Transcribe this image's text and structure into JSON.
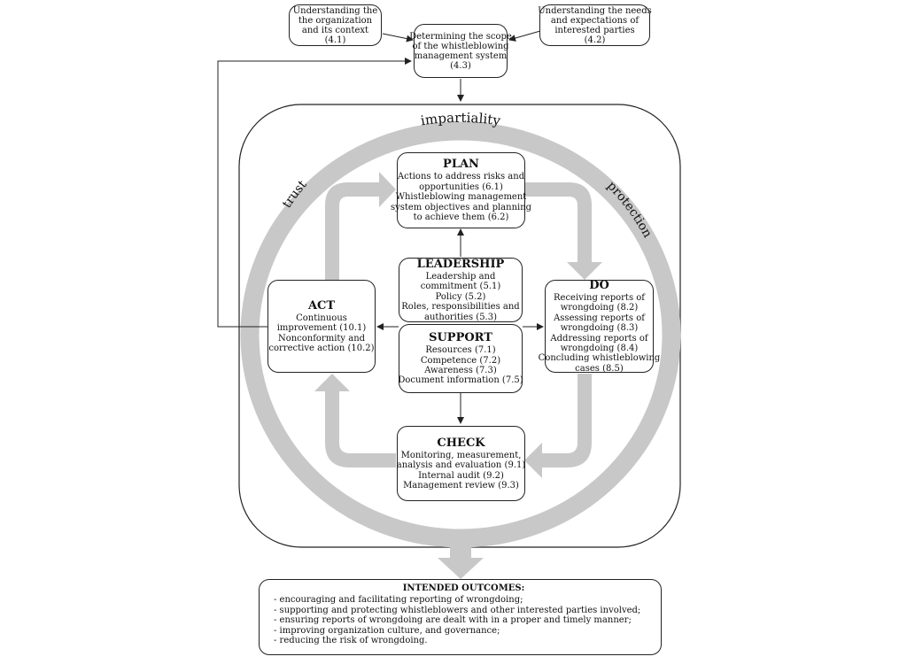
{
  "diagram": {
    "top_left": [
      "Understanding the",
      "the organization",
      "and its context",
      "(4.1)"
    ],
    "top_center": [
      "Determining the scope",
      "of the whistleblowing",
      "management system",
      "(4.3)"
    ],
    "top_right": [
      "Understanding the needs",
      "and expectations of",
      "interested parties",
      "(4.2)"
    ],
    "ring_labels": {
      "top": "impartiality",
      "left": "trust",
      "right": "protection"
    },
    "plan": {
      "title": "PLAN",
      "lines": [
        "Actions to address risks and",
        "opportunities (6.1)",
        "Whistleblowing management",
        "system objectives and planning",
        "to achieve them (6.2)"
      ]
    },
    "leadership": {
      "title": "LEADERSHIP",
      "lines": [
        "Leadership and",
        "commitment (5.1)",
        "Policy (5.2)",
        "Roles, responsibilities and",
        "authorities (5.3)"
      ]
    },
    "support": {
      "title": "SUPPORT",
      "lines": [
        "Resources (7.1)",
        "Competence (7.2)",
        "Awareness (7.3)",
        "Document information (7.5)"
      ]
    },
    "act": {
      "title": "ACT",
      "lines": [
        "Continuous",
        "improvement (10.1)",
        "Nonconformity and",
        "corrective action (10.2)"
      ]
    },
    "do": {
      "title": "DO",
      "lines": [
        "Receiving reports of",
        "wrongdoing (8.2)",
        "Assessing reports of",
        "wrongdoing (8.3)",
        "Addressing reports of",
        "wrongdoing (8.4)",
        "Concluding whistleblowing",
        "cases (8.5)"
      ]
    },
    "check": {
      "title": "CHECK",
      "lines": [
        "Monitoring, measurement,",
        "analysis and evaluation (9.1)",
        "Internal audit (9.2)",
        "Management review (9.3)"
      ]
    },
    "outcomes": {
      "title": "INTENDED OUTCOMES:",
      "items": [
        "- encouraging and facilitating reporting of wrongdoing;",
        "- supporting and protecting whistleblowers and other interested parties involved;",
        "- ensuring reports of wrongdoing are dealt with in a proper and timely manner;",
        "- improving organization culture, and governance;",
        "- reducing the risk of wrongdoing."
      ]
    },
    "colors": {
      "ring": "#c8c8c8",
      "stroke": "#222222",
      "text": "#111111"
    }
  }
}
